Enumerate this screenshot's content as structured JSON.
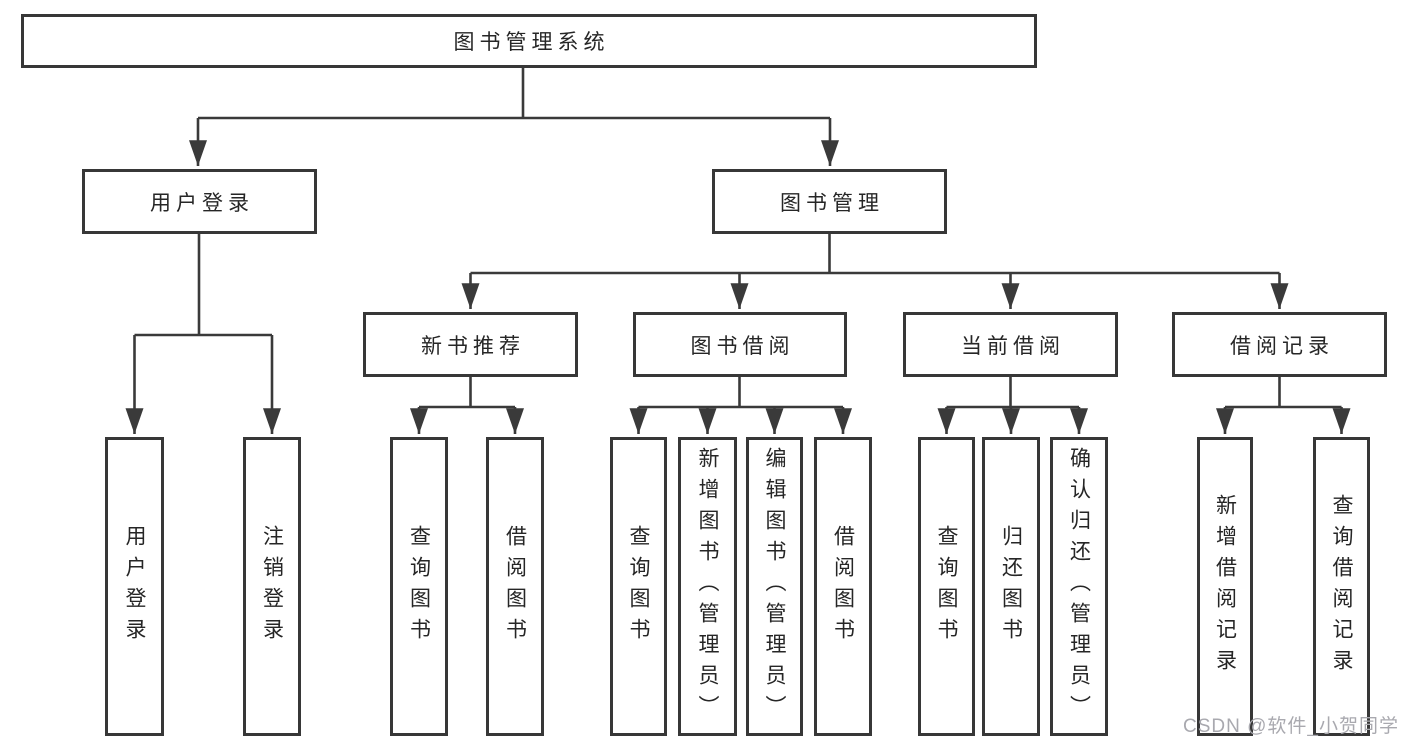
{
  "tree": {
    "label": "图书管理系统",
    "children": [
      {
        "label": "用户登录",
        "children": [
          {
            "label": "用户登录"
          },
          {
            "label": "注销登录"
          }
        ]
      },
      {
        "label": "图书管理",
        "children": [
          {
            "label": "新书推荐",
            "children": [
              {
                "label": "查询图书"
              },
              {
                "label": "借阅图书"
              }
            ]
          },
          {
            "label": "图书借阅",
            "children": [
              {
                "label": "查询图书"
              },
              {
                "label": "新增图书（管理员）"
              },
              {
                "label": "编辑图书（管理员）"
              },
              {
                "label": "借阅图书"
              }
            ]
          },
          {
            "label": "当前借阅",
            "children": [
              {
                "label": "查询图书"
              },
              {
                "label": "归还图书"
              },
              {
                "label": "确认归还（管理员）"
              }
            ]
          },
          {
            "label": "借阅记录",
            "children": [
              {
                "label": "新增借阅记录"
              },
              {
                "label": "查询借阅记录"
              }
            ]
          }
        ]
      }
    ]
  },
  "watermark": {
    "text": "CSDN @软件_小贺同学"
  },
  "colors": {
    "line": "#3a3a3a",
    "box_border": "#373737",
    "text": "#262626",
    "watermark": "#a9a9af",
    "background": "#ffffff"
  }
}
